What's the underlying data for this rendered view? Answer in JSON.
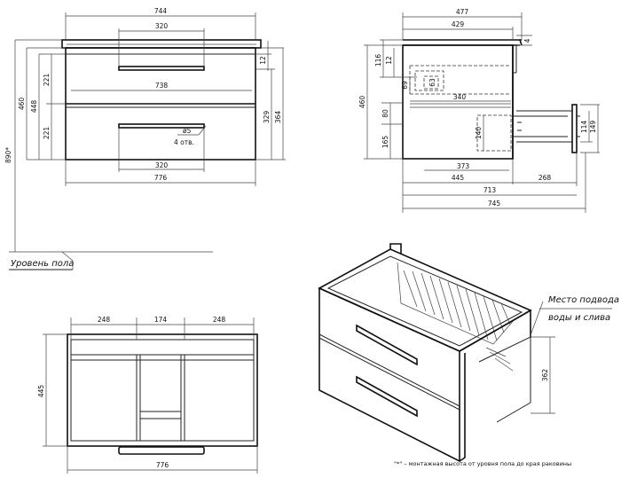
{
  "front_view": {
    "dim_top_width": "744",
    "dim_handle_top": "320",
    "dim_drawer_inner": "738",
    "dim_handle_bottom": "320",
    "dim_bottom_width": "776",
    "dim_height_890": "890*",
    "dim_height_460": "460",
    "dim_height_448": "448",
    "dim_upper_drawer": "221",
    "dim_lower_drawer": "221",
    "dim_right_12": "12",
    "dim_right_329": "329",
    "dim_right_364": "364",
    "hole_diameter": "ø5",
    "hole_count": "4 отв."
  },
  "side_view": {
    "dim_477": "477",
    "dim_429": "429",
    "dim_4": "4",
    "dim_116": "116",
    "dim_12": "12",
    "dim_69": "69",
    "dim_63": "63",
    "dim_340": "340",
    "dim_460": "460",
    "dim_80": "80",
    "dim_140": "140",
    "dim_165": "165",
    "dim_373": "373",
    "dim_445": "445",
    "dim_268": "268",
    "dim_713": "713",
    "dim_745": "745",
    "dim_114": "114",
    "dim_149": "149"
  },
  "floor_label": "Уровень пола",
  "top_view": {
    "dim_248_left": "248",
    "dim_174": "174",
    "dim_248_right": "248",
    "dim_445": "445",
    "dim_776": "776"
  },
  "iso_view": {
    "callout_line1": "Место подвода",
    "callout_line2": "воды и слива",
    "dim_362": "362"
  },
  "footnote": "\"*\" – монтажная высота от уровня пола до края раковины"
}
